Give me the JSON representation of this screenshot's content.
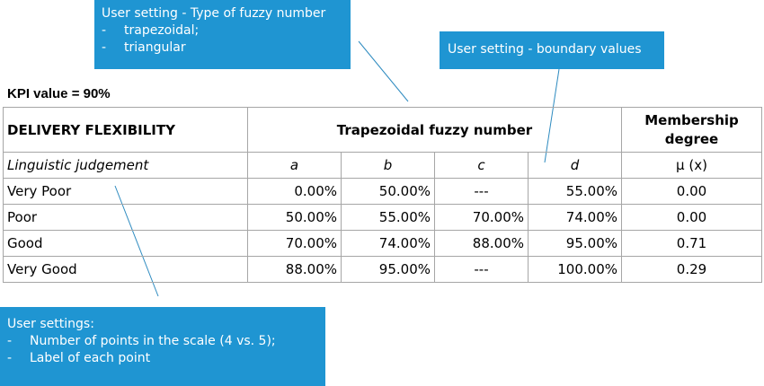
{
  "callouts": {
    "fuzzy_type": {
      "title": "User setting - Type of fuzzy number",
      "items": [
        "trapezoidal;",
        "triangular"
      ]
    },
    "boundary": {
      "title": "User setting - boundary values"
    },
    "scale": {
      "title": "User settings:",
      "items": [
        "Number of points in the scale (4 vs. 5);",
        "Label of each point"
      ]
    }
  },
  "kpi_label": "KPI value = 90%",
  "table": {
    "title": "DELIVERY FLEXIBILITY",
    "fuzzy_header": "Trapezoidal fuzzy number",
    "membership_header_line1": "Membership",
    "membership_header_line2": "degree",
    "subheader": {
      "judgement": "Linguistic judgement",
      "a": "a",
      "b": "b",
      "c": "c",
      "d": "d",
      "mu": "μ (x)"
    },
    "rows": [
      {
        "label": "Very Poor",
        "a": "0.00%",
        "b": "50.00%",
        "c": "---",
        "d": "55.00%",
        "mu": "0.00"
      },
      {
        "label": "Poor",
        "a": "50.00%",
        "b": "55.00%",
        "c": "70.00%",
        "d": "74.00%",
        "mu": "0.00"
      },
      {
        "label": "Good",
        "a": "70.00%",
        "b": "74.00%",
        "c": "88.00%",
        "d": "95.00%",
        "mu": "0.71"
      },
      {
        "label": "Very Good",
        "a": "88.00%",
        "b": "95.00%",
        "c": "---",
        "d": "100.00%",
        "mu": "0.29"
      }
    ]
  },
  "colors": {
    "callout_bg": "#1f95d2",
    "connector": "#2e8bc0",
    "grid": "#a6a6a6"
  }
}
